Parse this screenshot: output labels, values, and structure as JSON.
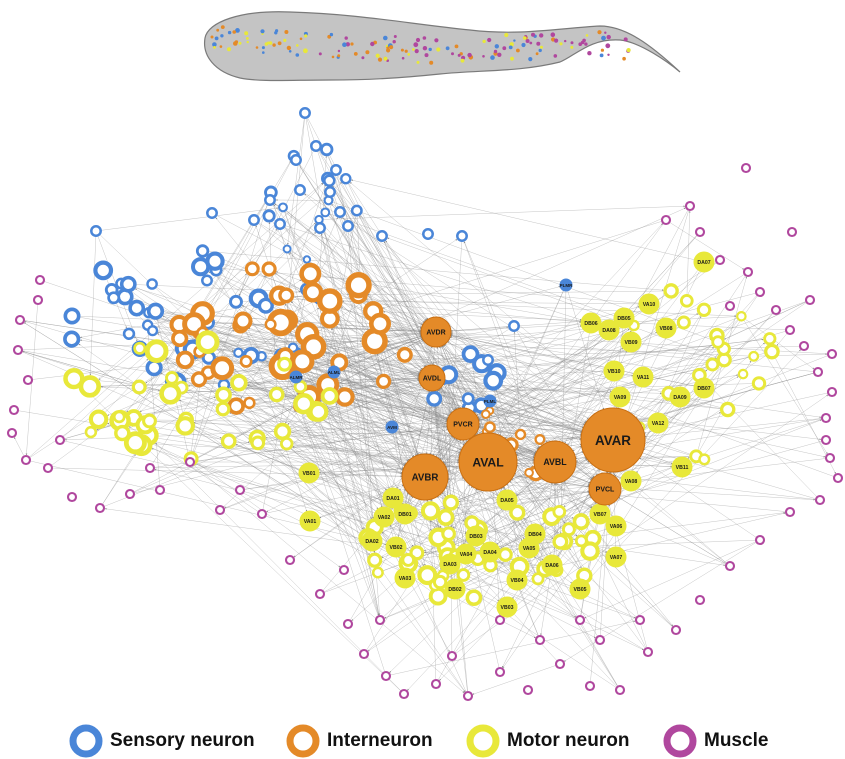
{
  "colors": {
    "sensory": "#4a86d8",
    "interneuron": "#e48a28",
    "motor": "#e8e83a",
    "muscle": "#b0479e",
    "edge": "#8a8a8a",
    "worm_body": "#c4c4c4"
  },
  "legend": {
    "items": [
      {
        "label": "Sensory neuron",
        "color": "#4a86d8"
      },
      {
        "label": "Interneuron",
        "color": "#e48a28"
      },
      {
        "label": "Motor neuron",
        "color": "#e8e83a"
      },
      {
        "label": "Muscle",
        "color": "#b0479e"
      }
    ]
  },
  "hub_nodes": [
    {
      "label": "AVAR",
      "class": "interneuron"
    },
    {
      "label": "AVAL",
      "class": "interneuron"
    },
    {
      "label": "AVBR",
      "class": "interneuron"
    },
    {
      "label": "AVBL",
      "class": "interneuron"
    },
    {
      "label": "PVCR",
      "class": "interneuron"
    },
    {
      "label": "PVCL",
      "class": "interneuron"
    },
    {
      "label": "AVDR",
      "class": "interneuron"
    },
    {
      "label": "AVDL",
      "class": "interneuron"
    }
  ],
  "small_labels": [
    {
      "label": "PLMR",
      "class": "sensory"
    },
    {
      "label": "PLML",
      "class": "sensory"
    },
    {
      "label": "ALMR",
      "class": "sensory"
    },
    {
      "label": "ALML",
      "class": "sensory"
    },
    {
      "label": "AVM",
      "class": "sensory"
    },
    {
      "label": "VB01",
      "class": "motor"
    },
    {
      "label": "VA01",
      "class": "motor"
    },
    {
      "label": "DA01",
      "class": "motor"
    },
    {
      "label": "VA02",
      "class": "motor"
    },
    {
      "label": "DB01",
      "class": "motor"
    },
    {
      "label": "DA02",
      "class": "motor"
    },
    {
      "label": "VB02",
      "class": "motor"
    },
    {
      "label": "VA03",
      "class": "motor"
    },
    {
      "label": "DA03",
      "class": "motor"
    },
    {
      "label": "VA04",
      "class": "motor"
    },
    {
      "label": "DA04",
      "class": "motor"
    },
    {
      "label": "DB03",
      "class": "motor"
    },
    {
      "label": "DA05",
      "class": "motor"
    },
    {
      "label": "DB04",
      "class": "motor"
    },
    {
      "label": "VA05",
      "class": "motor"
    },
    {
      "label": "VB04",
      "class": "motor"
    },
    {
      "label": "DB02",
      "class": "motor"
    },
    {
      "label": "VB03",
      "class": "motor"
    },
    {
      "label": "DA06",
      "class": "motor"
    },
    {
      "label": "VB05",
      "class": "motor"
    },
    {
      "label": "VA06",
      "class": "motor"
    },
    {
      "label": "VA07",
      "class": "motor"
    },
    {
      "label": "VB07",
      "class": "motor"
    },
    {
      "label": "VA08",
      "class": "motor"
    },
    {
      "label": "VB11",
      "class": "motor"
    },
    {
      "label": "VA12",
      "class": "motor"
    },
    {
      "label": "DA09",
      "class": "motor"
    },
    {
      "label": "DB07",
      "class": "motor"
    },
    {
      "label": "VA09",
      "class": "motor"
    },
    {
      "label": "VA11",
      "class": "motor"
    },
    {
      "label": "VB10",
      "class": "motor"
    },
    {
      "label": "VB09",
      "class": "motor"
    },
    {
      "label": "VB08",
      "class": "motor"
    },
    {
      "label": "DB05",
      "class": "motor"
    },
    {
      "label": "DB06",
      "class": "motor"
    },
    {
      "label": "DA08",
      "class": "motor"
    },
    {
      "label": "VA10",
      "class": "motor"
    },
    {
      "label": "DA07",
      "class": "motor"
    }
  ]
}
